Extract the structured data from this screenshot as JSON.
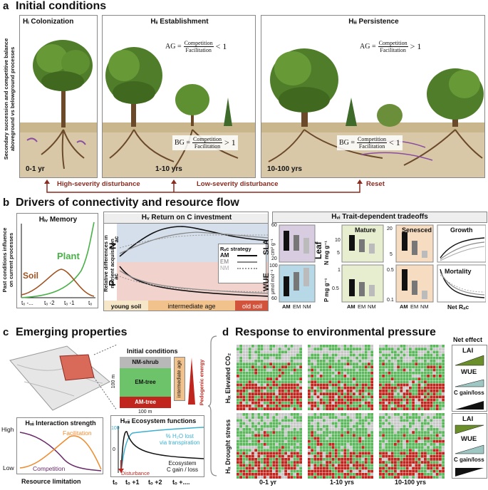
{
  "sectionA": {
    "letter": "a",
    "title": "Initial conditions",
    "side_label_1": "Secondary succession and competitive balance",
    "side_label_2": "aboveground vs belowground processes",
    "panels": [
      {
        "title": "Hᵢ Colonization",
        "time": "0-1 yr"
      },
      {
        "title": "Hᵢᵢ Establishment",
        "time": "1-10 yrs",
        "ag_prefix": "AG =",
        "ag_num": "Competition",
        "ag_den": "Facilitation",
        "ag_rel": "< 1",
        "bg_prefix": "BG =",
        "bg_num": "Competition",
        "bg_den": "Facilitation",
        "bg_rel": "> 1"
      },
      {
        "title": "Hᵢᵢᵢ Persistence",
        "time": "10-100 yrs",
        "ag_prefix": "AG =",
        "ag_num": "Competition",
        "ag_den": "Facilitation",
        "ag_rel": "> 1",
        "bg_prefix": "BG =",
        "bg_num": "Competition",
        "bg_den": "Facilitation",
        "bg_rel": "< 1"
      }
    ],
    "high_dist": "High-severity disturbance",
    "low_dist": "Low-severity disturbance",
    "reset": "Reset",
    "colors": {
      "red": "#8b2a1f"
    }
  },
  "sectionB": {
    "letter": "b",
    "title": "Drivers of connectivity and resource flow",
    "memory": {
      "title": "Hᵢᵥ Memory",
      "ylabel_1": "Past conditions influence",
      "ylabel_2": "on current processes",
      "plant": "Plant",
      "soil": "Soil",
      "xticks": [
        "tₒ -...",
        "tₒ -2",
        "tₒ -1",
        "tₒ"
      ]
    },
    "return_c": {
      "title": "Hᵥ Return on C investment",
      "ylabel_1": "Relative differences in",
      "ylabel_2": "nutrient acquisition",
      "n_label": "N",
      "n_sub": "ac",
      "p_label": "P",
      "p_sub": "ac",
      "legend_title": "Rₐc strategy",
      "legend": [
        "AM",
        "EM",
        "NM"
      ],
      "young": "young soil",
      "intermediate": "intermediate age",
      "old": "old soil"
    },
    "tradeoffs": {
      "title": "Hᵥᵢ Trait-dependent tradeoffs",
      "sla_label": "SLA",
      "sla_unit": "cm² g⁻¹",
      "sla_ticks": [
        "60",
        "20"
      ],
      "wue_label": "WUE",
      "wue_unit": "μmol mol⁻¹",
      "wue_ticks": [
        "100",
        "60"
      ],
      "leaf_label": "Leaf",
      "n_label": "N mg g⁻¹",
      "p_label": "P mg g⁻¹",
      "mature": "Mature",
      "senesced": "Senesced",
      "mature_n_ticks": [
        "10",
        "5"
      ],
      "senesced_n_ticks": [
        "20",
        "5"
      ],
      "mature_p_ticks": [
        "1",
        "0.5"
      ],
      "senesced_p_ticks": [
        "0.5",
        "0.1"
      ],
      "xlabels": [
        "AM",
        "EM",
        "NM"
      ],
      "growth": "Growth",
      "mortality": "Mortality",
      "net_rac": "Net Rₐc"
    }
  },
  "sectionC": {
    "letter": "c",
    "title": "Emerging properties",
    "initial_conditions": "Initial conditions",
    "nm_shrub": "NM-shrub",
    "em_tree": "EM-tree",
    "am_tree": "AM-tree",
    "intermediate_age": "intermediate age",
    "pedogenic": "Pedogenic energy",
    "scale_y": "100 m",
    "scale_x": "100 m",
    "interaction": {
      "title": "Hᵥᵢᵢ Interaction strength",
      "high": "High",
      "low": "Low",
      "facilitation": "Facilitation",
      "competition": "Competition",
      "xlabel": "Resource limitation"
    },
    "ecosystem": {
      "title": "Hᵥᵢᵢᵢ Ecosystem functions",
      "y100": "100",
      "y0": "0",
      "h2o_1": "% H₂O lost",
      "h2o_2": "via transpiration",
      "eco_1": "Ecosystem",
      "eco_2": "C gain / loss",
      "disturbance": "Disturbance",
      "xticks": [
        "tₒ",
        "tₒ +1",
        "tₒ +2",
        "tₒ +...."
      ]
    }
  },
  "sectionD": {
    "letter": "d",
    "title": "Response to environmental pressure",
    "row1": "Hᵢₓ Elevated CO₂",
    "row2": "Hₓ Drought stress",
    "cols": [
      "0-1 yr",
      "1-10 yrs",
      "10-100 yrs"
    ],
    "net_effect": "Net effect",
    "lai": "LAI",
    "wue": "WUE",
    "c_gain": "C gain/loss",
    "colors": {
      "green": "#5db85d",
      "red": "#c0261e",
      "grey": "#c8c8c8"
    }
  }
}
